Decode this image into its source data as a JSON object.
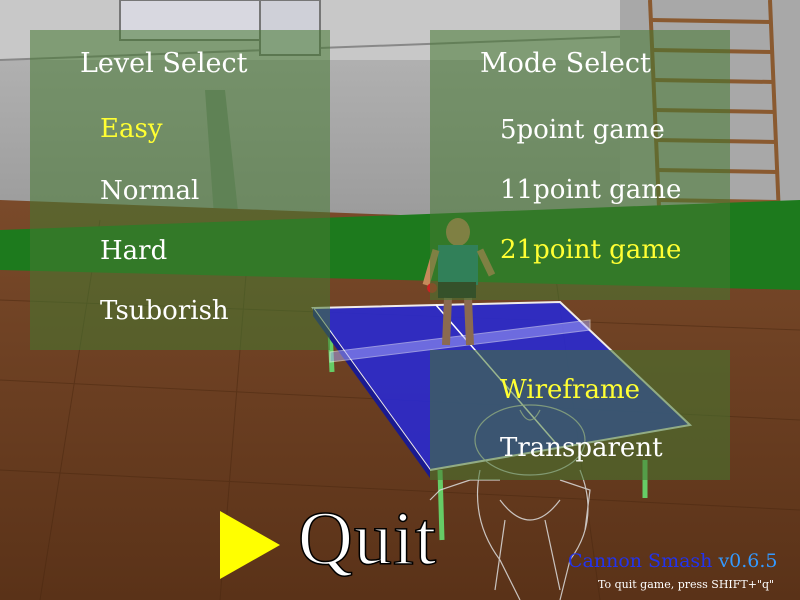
{
  "level_select": {
    "title": "Level Select",
    "items": [
      {
        "label": "Easy",
        "selected": true
      },
      {
        "label": "Normal",
        "selected": false
      },
      {
        "label": "Hard",
        "selected": false
      },
      {
        "label": "Tsuborish",
        "selected": false
      }
    ]
  },
  "mode_select": {
    "title": "Mode Select",
    "items": [
      {
        "label": "5point game",
        "selected": false
      },
      {
        "label": "11point game",
        "selected": false
      },
      {
        "label": "21point game",
        "selected": true
      }
    ]
  },
  "render_options": {
    "items": [
      {
        "label": "Wireframe",
        "selected": true
      },
      {
        "label": "Transparent",
        "selected": false
      }
    ]
  },
  "quit": {
    "label": "Quit",
    "arrow_icon": "play-triangle-icon"
  },
  "branding": {
    "name": "Cannon Smash",
    "version": " v0.6.5",
    "hint": "To quit game, press SHIFT+\"q\""
  },
  "colors": {
    "panel": "#467832",
    "selected_text": "#ffff33",
    "normal_text": "#ffffff",
    "table": "#2222cc",
    "arrow": "#ffff00",
    "brand_name": "#2233ee",
    "brand_version": "#3399ff"
  }
}
